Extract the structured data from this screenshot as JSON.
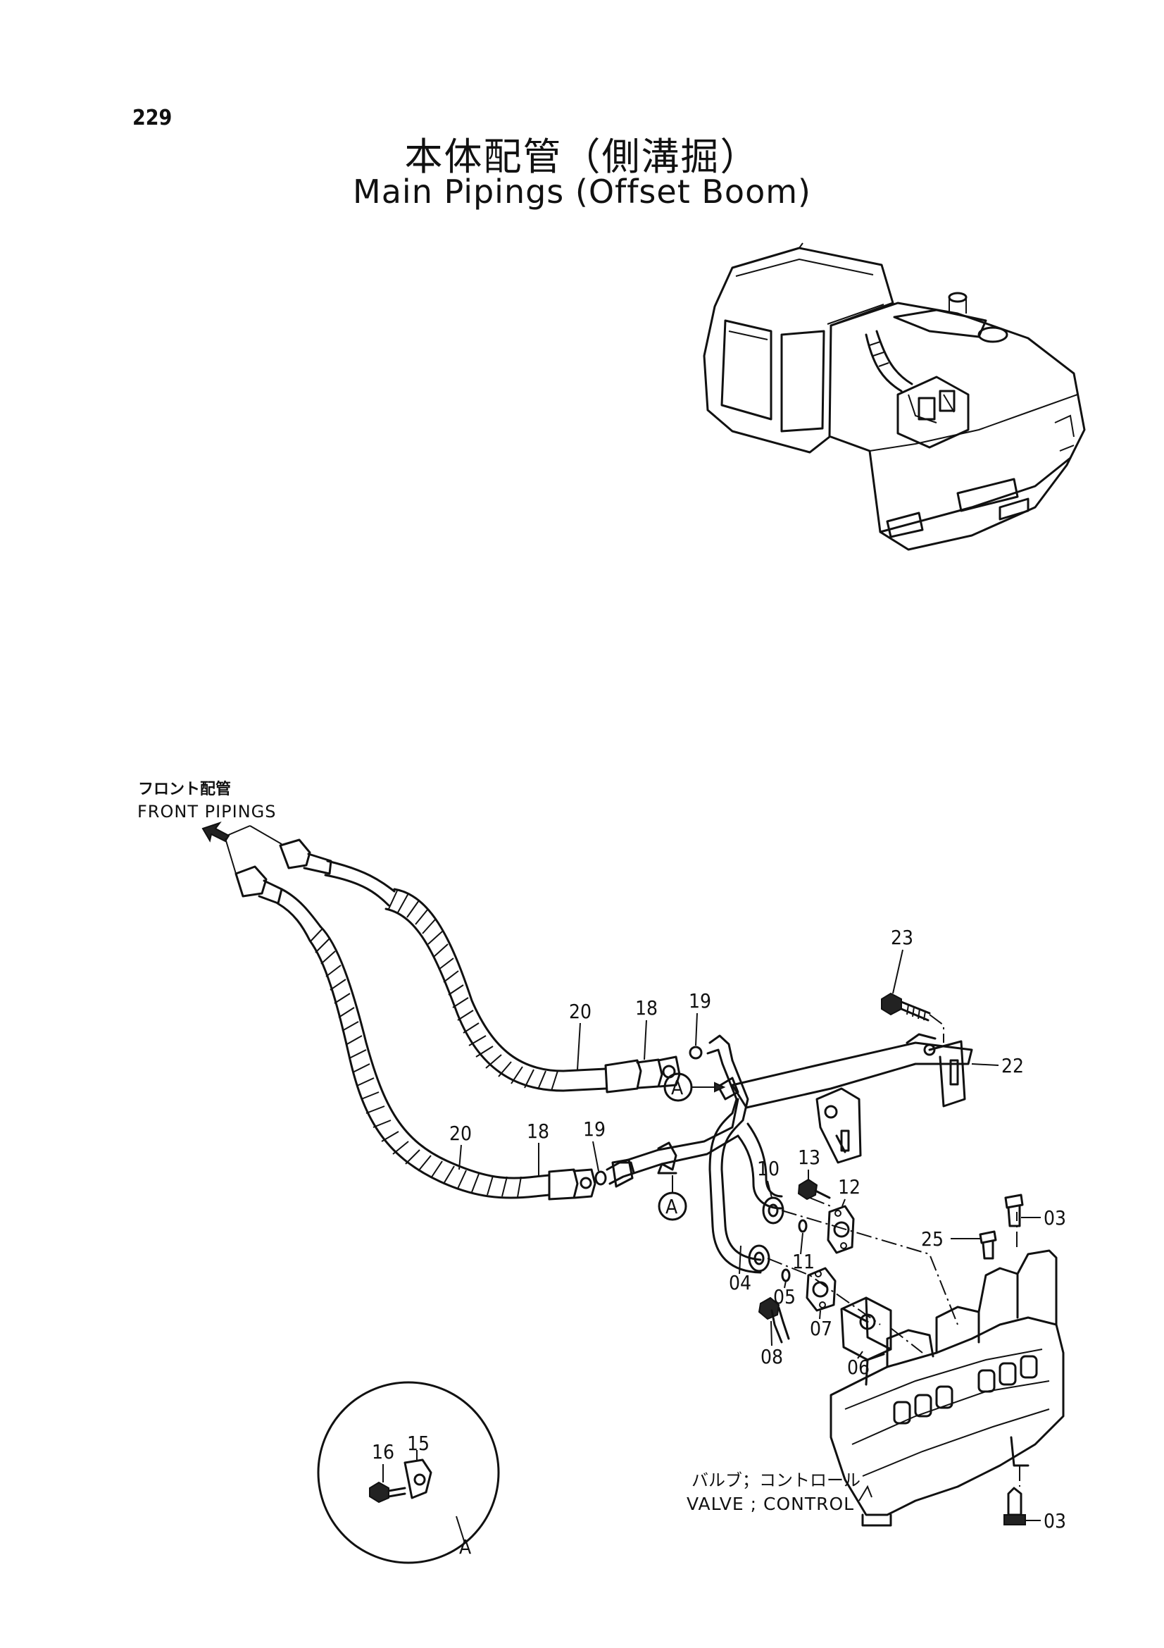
{
  "page_number": "229",
  "title_jp": "本体配管（側溝掘）",
  "title_en": "Main Pipings (Offset Boom)",
  "front_pipings": {
    "jp": "フロント配管",
    "en": "FRONT PIPINGS"
  },
  "valve_label": {
    "jp": "バルブ；コントロール",
    "en": "VALVE ; CONTROL"
  },
  "detail_ref": "A",
  "part_numbers": [
    "23",
    "20",
    "18",
    "19",
    "22",
    "20",
    "18",
    "19",
    "13",
    "10",
    "12",
    "03",
    "25",
    "11",
    "04",
    "05",
    "07",
    "08",
    "06",
    "03",
    "16",
    "15"
  ]
}
